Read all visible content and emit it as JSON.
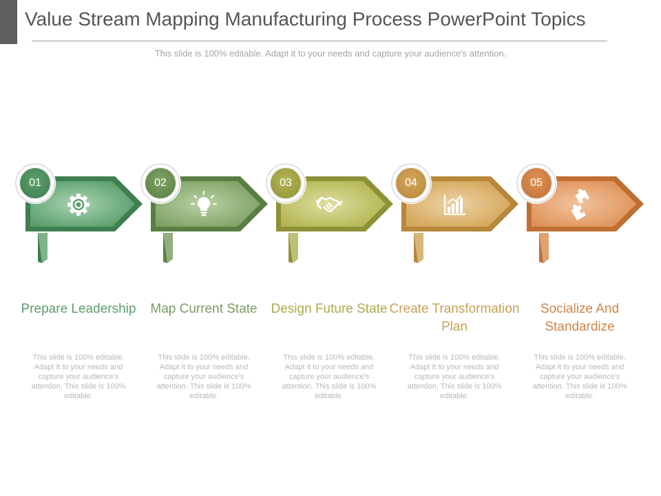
{
  "header": {
    "title": "Value Stream Mapping Manufacturing Process PowerPoint Topics",
    "subtitle": "This slide is 100% editable. Adapt it to your needs and capture your audience's attention."
  },
  "steps": [
    {
      "number": "01",
      "title": "Prepare Leadership",
      "text": "This slide is 100% editable. Adapt it to your needs and capture your audience's attention. This slide is 100% editable.",
      "icon": "gear-icon",
      "color": "#5a9e6a",
      "dark": "#3f7f4f",
      "light": "#a9d4b3",
      "title_color": "#5d9c6b"
    },
    {
      "number": "02",
      "title": "Map Current State",
      "text": "This slide is 100% editable. Adapt it to your needs and capture your audience's attention. This slide is 100% editable.",
      "icon": "lightbulb-icon",
      "color": "#7ea264",
      "dark": "#5b7e44",
      "light": "#b9d0a4",
      "title_color": "#7b9c62"
    },
    {
      "number": "03",
      "title": "Design Future State",
      "text": "This slide is 100% editable. Adapt it to your needs and capture your audience's attention. This slide is 100% editable.",
      "icon": "handshake-icon",
      "color": "#b4b653",
      "dark": "#8f9138",
      "light": "#dcde9f",
      "title_color": "#a9ab4c"
    },
    {
      "number": "04",
      "title": "Create Transformation Plan",
      "text": "This slide is 100% editable. Adapt it to your needs and capture your audience's attention. This slide is 100% editable.",
      "icon": "bar-chart-icon",
      "color": "#d4a659",
      "dark": "#b7873a",
      "light": "#ecd3a4",
      "title_color": "#c9a054"
    },
    {
      "number": "05",
      "title": "Socialize And Standardize",
      "text": "This slide is 100% editable. Adapt it to your needs and capture your audience's attention. This slide is 100% editable.",
      "icon": "puzzle-icon",
      "color": "#df9258",
      "dark": "#c06f34",
      "light": "#f1c49f",
      "title_color": "#cf8448"
    }
  ]
}
